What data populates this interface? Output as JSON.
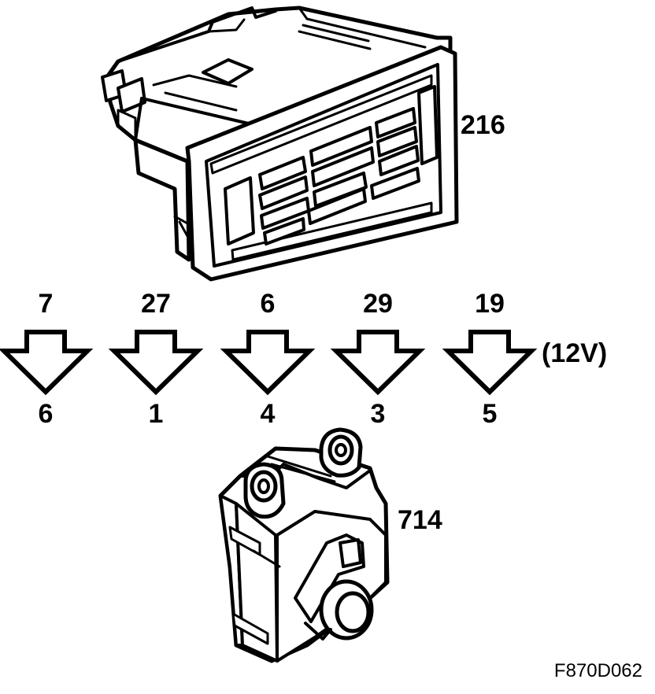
{
  "components": {
    "control_panel": {
      "label": "216"
    },
    "actuator": {
      "label": "714"
    }
  },
  "connections": [
    {
      "from_pin": "7",
      "to_pin": "6",
      "note": ""
    },
    {
      "from_pin": "27",
      "to_pin": "1",
      "note": ""
    },
    {
      "from_pin": "6",
      "to_pin": "4",
      "note": ""
    },
    {
      "from_pin": "29",
      "to_pin": "3",
      "note": ""
    },
    {
      "from_pin": "19",
      "to_pin": "5",
      "note": "(12V)"
    }
  ],
  "figure_code": "F870D062"
}
